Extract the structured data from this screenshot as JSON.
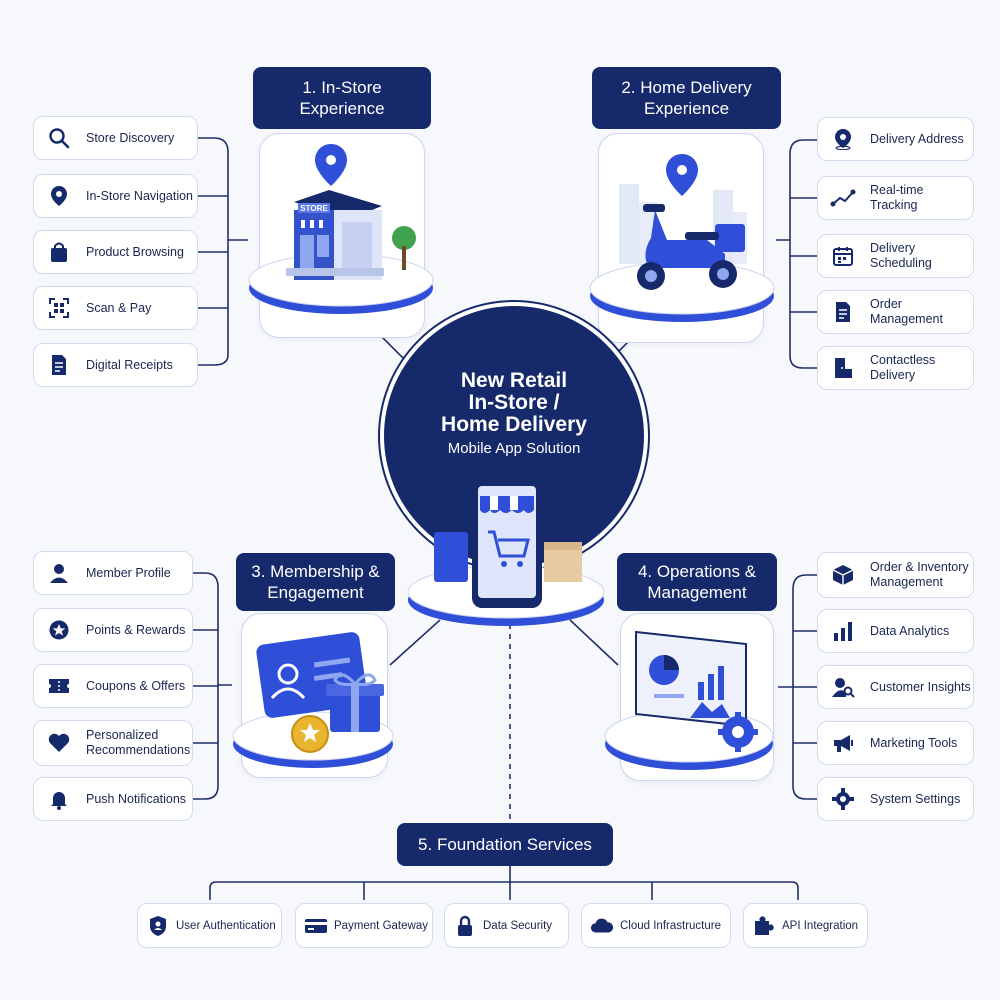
{
  "hub": {
    "title": "New Retail\nIn-Store /\nHome Delivery",
    "subtitle": "Mobile App Solution"
  },
  "sections": {
    "instore": {
      "heading": "1. In-Store\nExperience",
      "sign": "STORE",
      "items": [
        {
          "label": "Store Discovery",
          "icon": "search-icon"
        },
        {
          "label": "In-Store Navigation",
          "icon": "map-pin-icon"
        },
        {
          "label": "Product Browsing",
          "icon": "shopping-bag-icon"
        },
        {
          "label": "Scan & Pay",
          "icon": "qr-scan-icon"
        },
        {
          "label": "Digital Receipts",
          "icon": "receipt-icon"
        }
      ]
    },
    "delivery": {
      "heading": "2. Home Delivery\nExperience",
      "items": [
        {
          "label": "Delivery Address",
          "icon": "map-pin-icon"
        },
        {
          "label": "Real-time Tracking",
          "icon": "route-icon"
        },
        {
          "label": "Delivery Scheduling",
          "icon": "calendar-icon"
        },
        {
          "label": "Order Management",
          "icon": "document-icon"
        },
        {
          "label": "Contactless Delivery",
          "icon": "door-box-icon"
        }
      ]
    },
    "membership": {
      "heading": "3. Membership &\nEngagement",
      "items": [
        {
          "label": "Member Profile",
          "icon": "user-icon"
        },
        {
          "label": "Points & Rewards",
          "icon": "star-badge-icon"
        },
        {
          "label": "Coupons & Offers",
          "icon": "ticket-icon"
        },
        {
          "label": "Personalized\nRecommendations",
          "icon": "heart-icon"
        },
        {
          "label": "Push Notifications",
          "icon": "bell-icon"
        }
      ]
    },
    "operations": {
      "heading": "4. Operations &\nManagement",
      "items": [
        {
          "label": "Order & Inventory\nManagement",
          "icon": "box-icon"
        },
        {
          "label": "Data Analytics",
          "icon": "bar-chart-icon"
        },
        {
          "label": "Customer Insights",
          "icon": "user-search-icon"
        },
        {
          "label": "Marketing Tools",
          "icon": "megaphone-icon"
        },
        {
          "label": "System Settings",
          "icon": "gear-icon"
        }
      ]
    },
    "foundation": {
      "heading": "5. Foundation Services",
      "items": [
        {
          "label": "User Authentication",
          "icon": "shield-user-icon"
        },
        {
          "label": "Payment Gateway",
          "icon": "credit-card-icon"
        },
        {
          "label": "Data Security",
          "icon": "lock-icon"
        },
        {
          "label": "Cloud Infrastructure",
          "icon": "cloud-icon"
        },
        {
          "label": "API Integration",
          "icon": "puzzle-icon"
        }
      ]
    }
  },
  "colors": {
    "navy": "#16296b",
    "blue": "#2f4fd8",
    "line": "#1f2f6a",
    "pillBorder": "#d3dbef",
    "background": "#f6f8fc"
  }
}
